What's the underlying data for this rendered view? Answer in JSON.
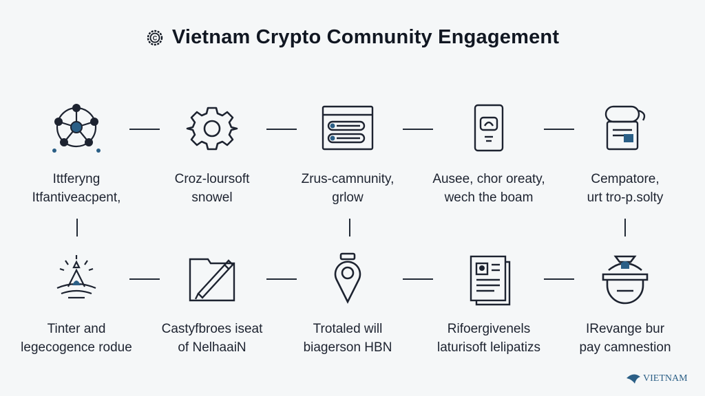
{
  "title": {
    "text": "Vietnam Crypto Comnunity Engagement",
    "icon": "crypto-coin-icon"
  },
  "colors": {
    "background": "#f5f7f8",
    "ink": "#1d2330",
    "accent": "#2b5f86"
  },
  "row1": [
    {
      "icon": "network-hub-icon",
      "line1": "Ittferyng",
      "line2": "Itfantiveacpent,"
    },
    {
      "icon": "gear-icon",
      "line1": "Croz-loursoft",
      "line2": "snowel"
    },
    {
      "icon": "browser-window-icon",
      "line1": "Zrus-camnunity,",
      "line2": "grlow"
    },
    {
      "icon": "mobile-phone-icon",
      "line1": "Ausee, chor oreaty,",
      "line2": "wech the boam"
    },
    {
      "icon": "chat-bubble-icon",
      "line1": "Cempatore,",
      "line2": "urt tro-p.solty"
    }
  ],
  "row2": [
    {
      "icon": "campfire-icon",
      "line1": "Tinter and",
      "line2": "legecogence rodue"
    },
    {
      "icon": "folder-pen-icon",
      "line1": "Castyfbroes iseat",
      "line2": "of NelhaaiN"
    },
    {
      "icon": "map-pin-icon",
      "line1": "Trotaled will",
      "line2": "biagerson HBN"
    },
    {
      "icon": "documents-icon",
      "line1": "Rifoergivenels",
      "line2": "laturisoft lelipatizs"
    },
    {
      "icon": "helmet-icon",
      "line1": "IRevange bur",
      "line2": "pay camnestion"
    }
  ],
  "watermark": {
    "text": "VIETNAM",
    "icon": "bird-logo-icon"
  }
}
